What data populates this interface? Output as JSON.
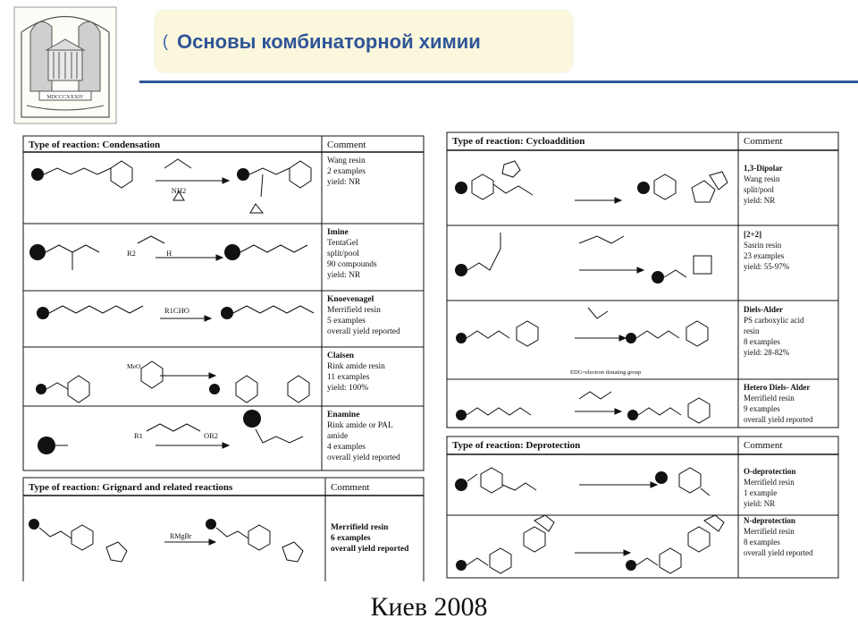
{
  "slide": {
    "title": "Основы комбинаторной химии",
    "footer": "Киев 2008",
    "logo_caption": "MDCCCXXXIV"
  },
  "left_table": {
    "header_type": "Type of reaction: Condensation",
    "header_comment": "Comment",
    "rows": [
      {
        "name": "",
        "lines": [
          "Wang resin",
          "2 examples",
          "yield: NR"
        ]
      },
      {
        "name": "Imine",
        "lines": [
          "TentaGel",
          "split/pool",
          "90 compounds",
          "yield: NR"
        ]
      },
      {
        "name": "Knoevenagel",
        "lines": [
          "Merrifield resin",
          "5 examples",
          "overall yield reported"
        ]
      },
      {
        "name": "Claisen",
        "lines": [
          "Rink amide resin",
          "11 examples",
          "yield: 100%"
        ]
      },
      {
        "name": "Enamine",
        "lines": [
          "Rink amide or PAL",
          "amide",
          "4 examples",
          "overall yield reported"
        ]
      }
    ],
    "reagents": [
      "NH2",
      "R2",
      "H",
      "R1CHO",
      "MeO",
      "R1",
      "OR2"
    ]
  },
  "grignard_table": {
    "header_type": "Type of reaction: Grignard and related reactions",
    "header_comment": "Comment",
    "lines": [
      "Merrifield resin",
      "6 examples",
      "overall yield reported"
    ],
    "reagent": "RMgBr"
  },
  "right_table": {
    "header_type": "Type of reaction: Cycloaddition",
    "header_comment": "Comment",
    "rows": [
      {
        "name": "1,3-Dipolar",
        "lines": [
          "Wang resin",
          "split/pool",
          "yield: NR"
        ]
      },
      {
        "name": "[2+2]",
        "lines": [
          "Sasrin resin",
          "23 examples",
          "yield: 55-97%"
        ]
      },
      {
        "name": "Diels-Alder",
        "lines": [
          "PS carboxylic acid",
          "resin",
          "8 examples",
          "yield: 28-82%"
        ]
      },
      {
        "name": "Hetero Diels- Alder",
        "lines": [
          "Merrifield resin",
          "9 examples",
          "overall yield reported"
        ]
      }
    ],
    "note": "EDG=electron donating group"
  },
  "deprotection_table": {
    "header_type": "Type of reaction: Deprotection",
    "header_comment": "Comment",
    "rows": [
      {
        "name": "O-deprotection",
        "lines": [
          "Merrifield resin",
          "1 example",
          "yield: NR"
        ]
      },
      {
        "name": "N-deprotection",
        "lines": [
          "Merrifield resin",
          "8 examples",
          "overall yield reported"
        ]
      }
    ]
  }
}
